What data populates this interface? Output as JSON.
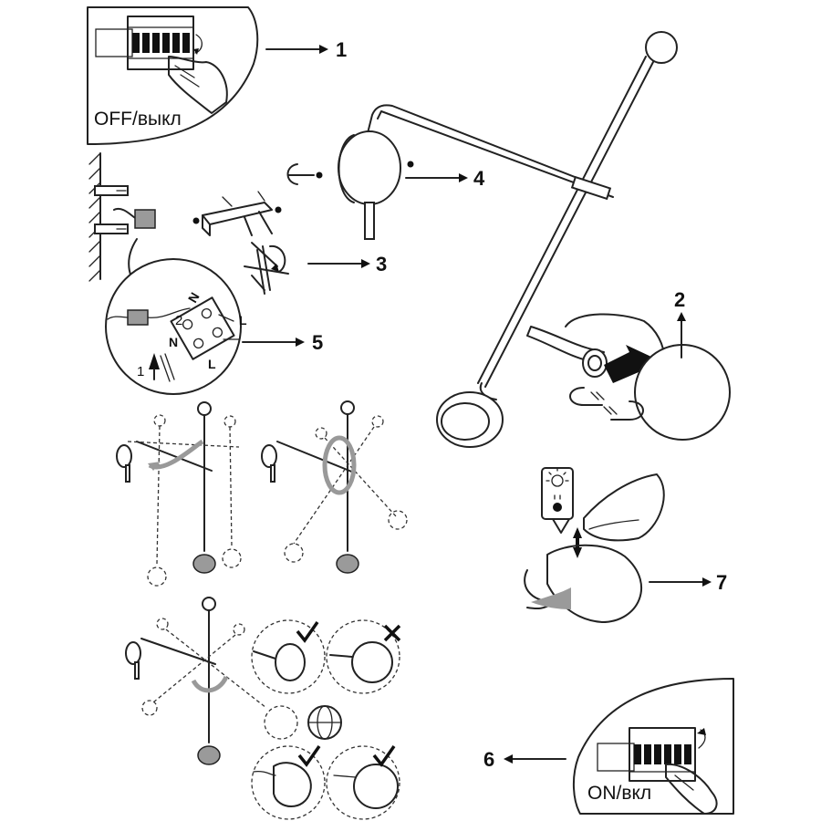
{
  "steps": {
    "s1": {
      "number": "1",
      "caption": "OFF/выкл"
    },
    "s2": {
      "number": "2"
    },
    "s3": {
      "number": "3"
    },
    "s4": {
      "number": "4"
    },
    "s5": {
      "number": "5"
    },
    "s6": {
      "number": "6",
      "caption": "ON/вкл"
    },
    "s7": {
      "number": "7"
    }
  },
  "wiring": {
    "n_top": "N",
    "l_top": "L",
    "n_bottom": "N",
    "l_bottom": "L",
    "step_a": "1",
    "step_b": "2"
  },
  "icons": [
    "breaker-panel-icon",
    "hand-icon",
    "wall-icon",
    "screw-icon",
    "screwdriver-icon",
    "magnet-icon",
    "touch-dimmer-icon",
    "check-icon",
    "cross-icon",
    "rotation-icon",
    "arrow-icon"
  ],
  "colors": {
    "line": "#222222",
    "shade": "#9a9a9a",
    "background": "#ffffff"
  }
}
